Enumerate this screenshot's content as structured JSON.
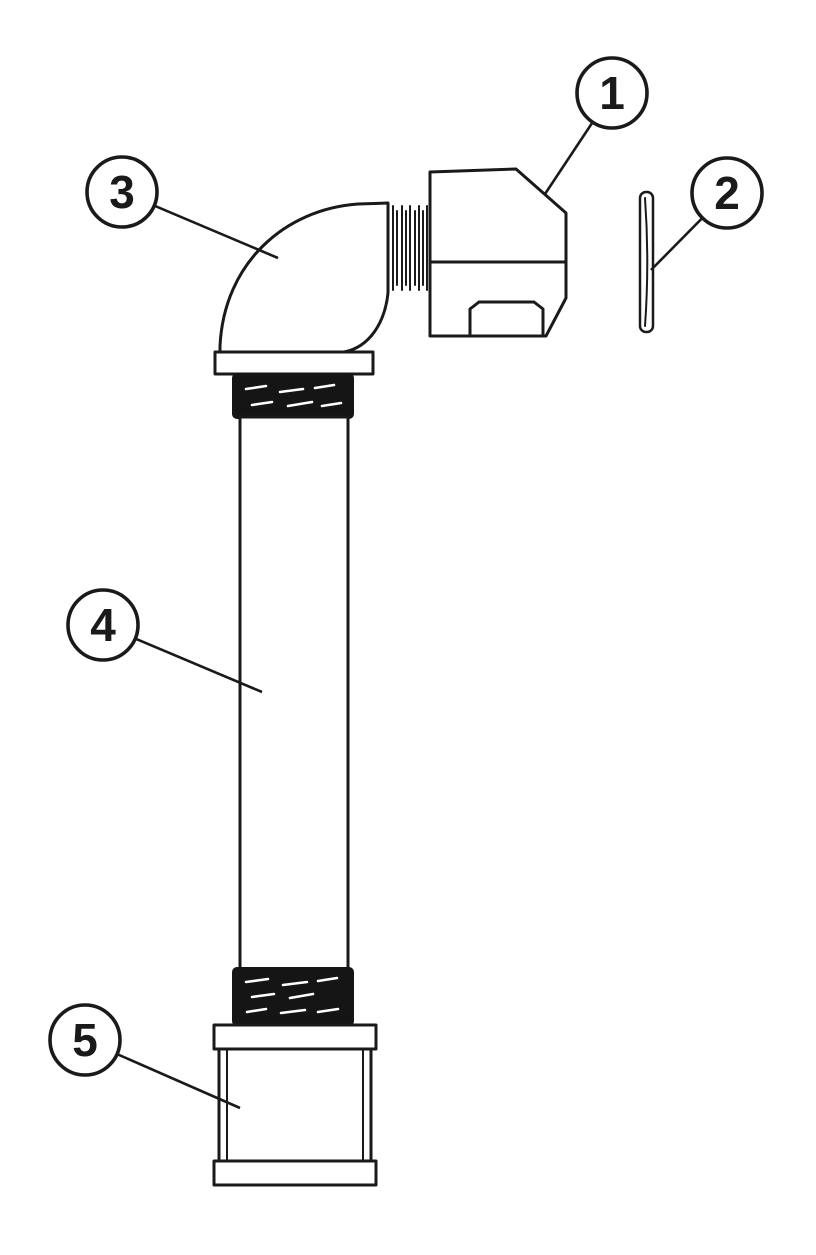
{
  "diagram": {
    "type": "exploded-parts-diagram",
    "callouts": [
      {
        "label": "1"
      },
      {
        "label": "2"
      },
      {
        "label": "3"
      },
      {
        "label": "4"
      },
      {
        "label": "5"
      }
    ]
  },
  "colors": {
    "line": "#1a1a1a",
    "background": "#ffffff",
    "thread_fill": "#151515"
  }
}
